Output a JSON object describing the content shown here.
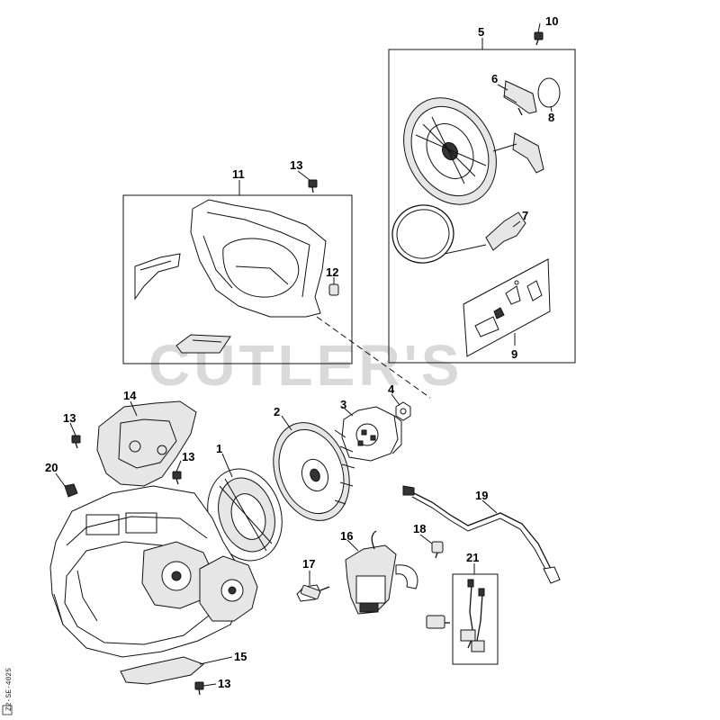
{
  "watermark": {
    "text": "CUTLER'S"
  },
  "diagram_code": "Z2-SE-4025",
  "callouts": [
    {
      "id": "c1",
      "label": "1"
    },
    {
      "id": "c2",
      "label": "2"
    },
    {
      "id": "c3",
      "label": "3"
    },
    {
      "id": "c4",
      "label": "4"
    },
    {
      "id": "c5",
      "label": "5"
    },
    {
      "id": "c6",
      "label": "6"
    },
    {
      "id": "c7",
      "label": "7"
    },
    {
      "id": "c8",
      "label": "8"
    },
    {
      "id": "c9",
      "label": "9"
    },
    {
      "id": "c10",
      "label": "10"
    },
    {
      "id": "c11",
      "label": "11"
    },
    {
      "id": "c12",
      "label": "12"
    },
    {
      "id": "c13a",
      "label": "13"
    },
    {
      "id": "c13b",
      "label": "13"
    },
    {
      "id": "c13c",
      "label": "13"
    },
    {
      "id": "c13d",
      "label": "13"
    },
    {
      "id": "c14",
      "label": "14"
    },
    {
      "id": "c15",
      "label": "15"
    },
    {
      "id": "c16",
      "label": "16"
    },
    {
      "id": "c17",
      "label": "17"
    },
    {
      "id": "c18",
      "label": "18"
    },
    {
      "id": "c19",
      "label": "19"
    },
    {
      "id": "c20",
      "label": "20"
    },
    {
      "id": "c21",
      "label": "21"
    }
  ]
}
